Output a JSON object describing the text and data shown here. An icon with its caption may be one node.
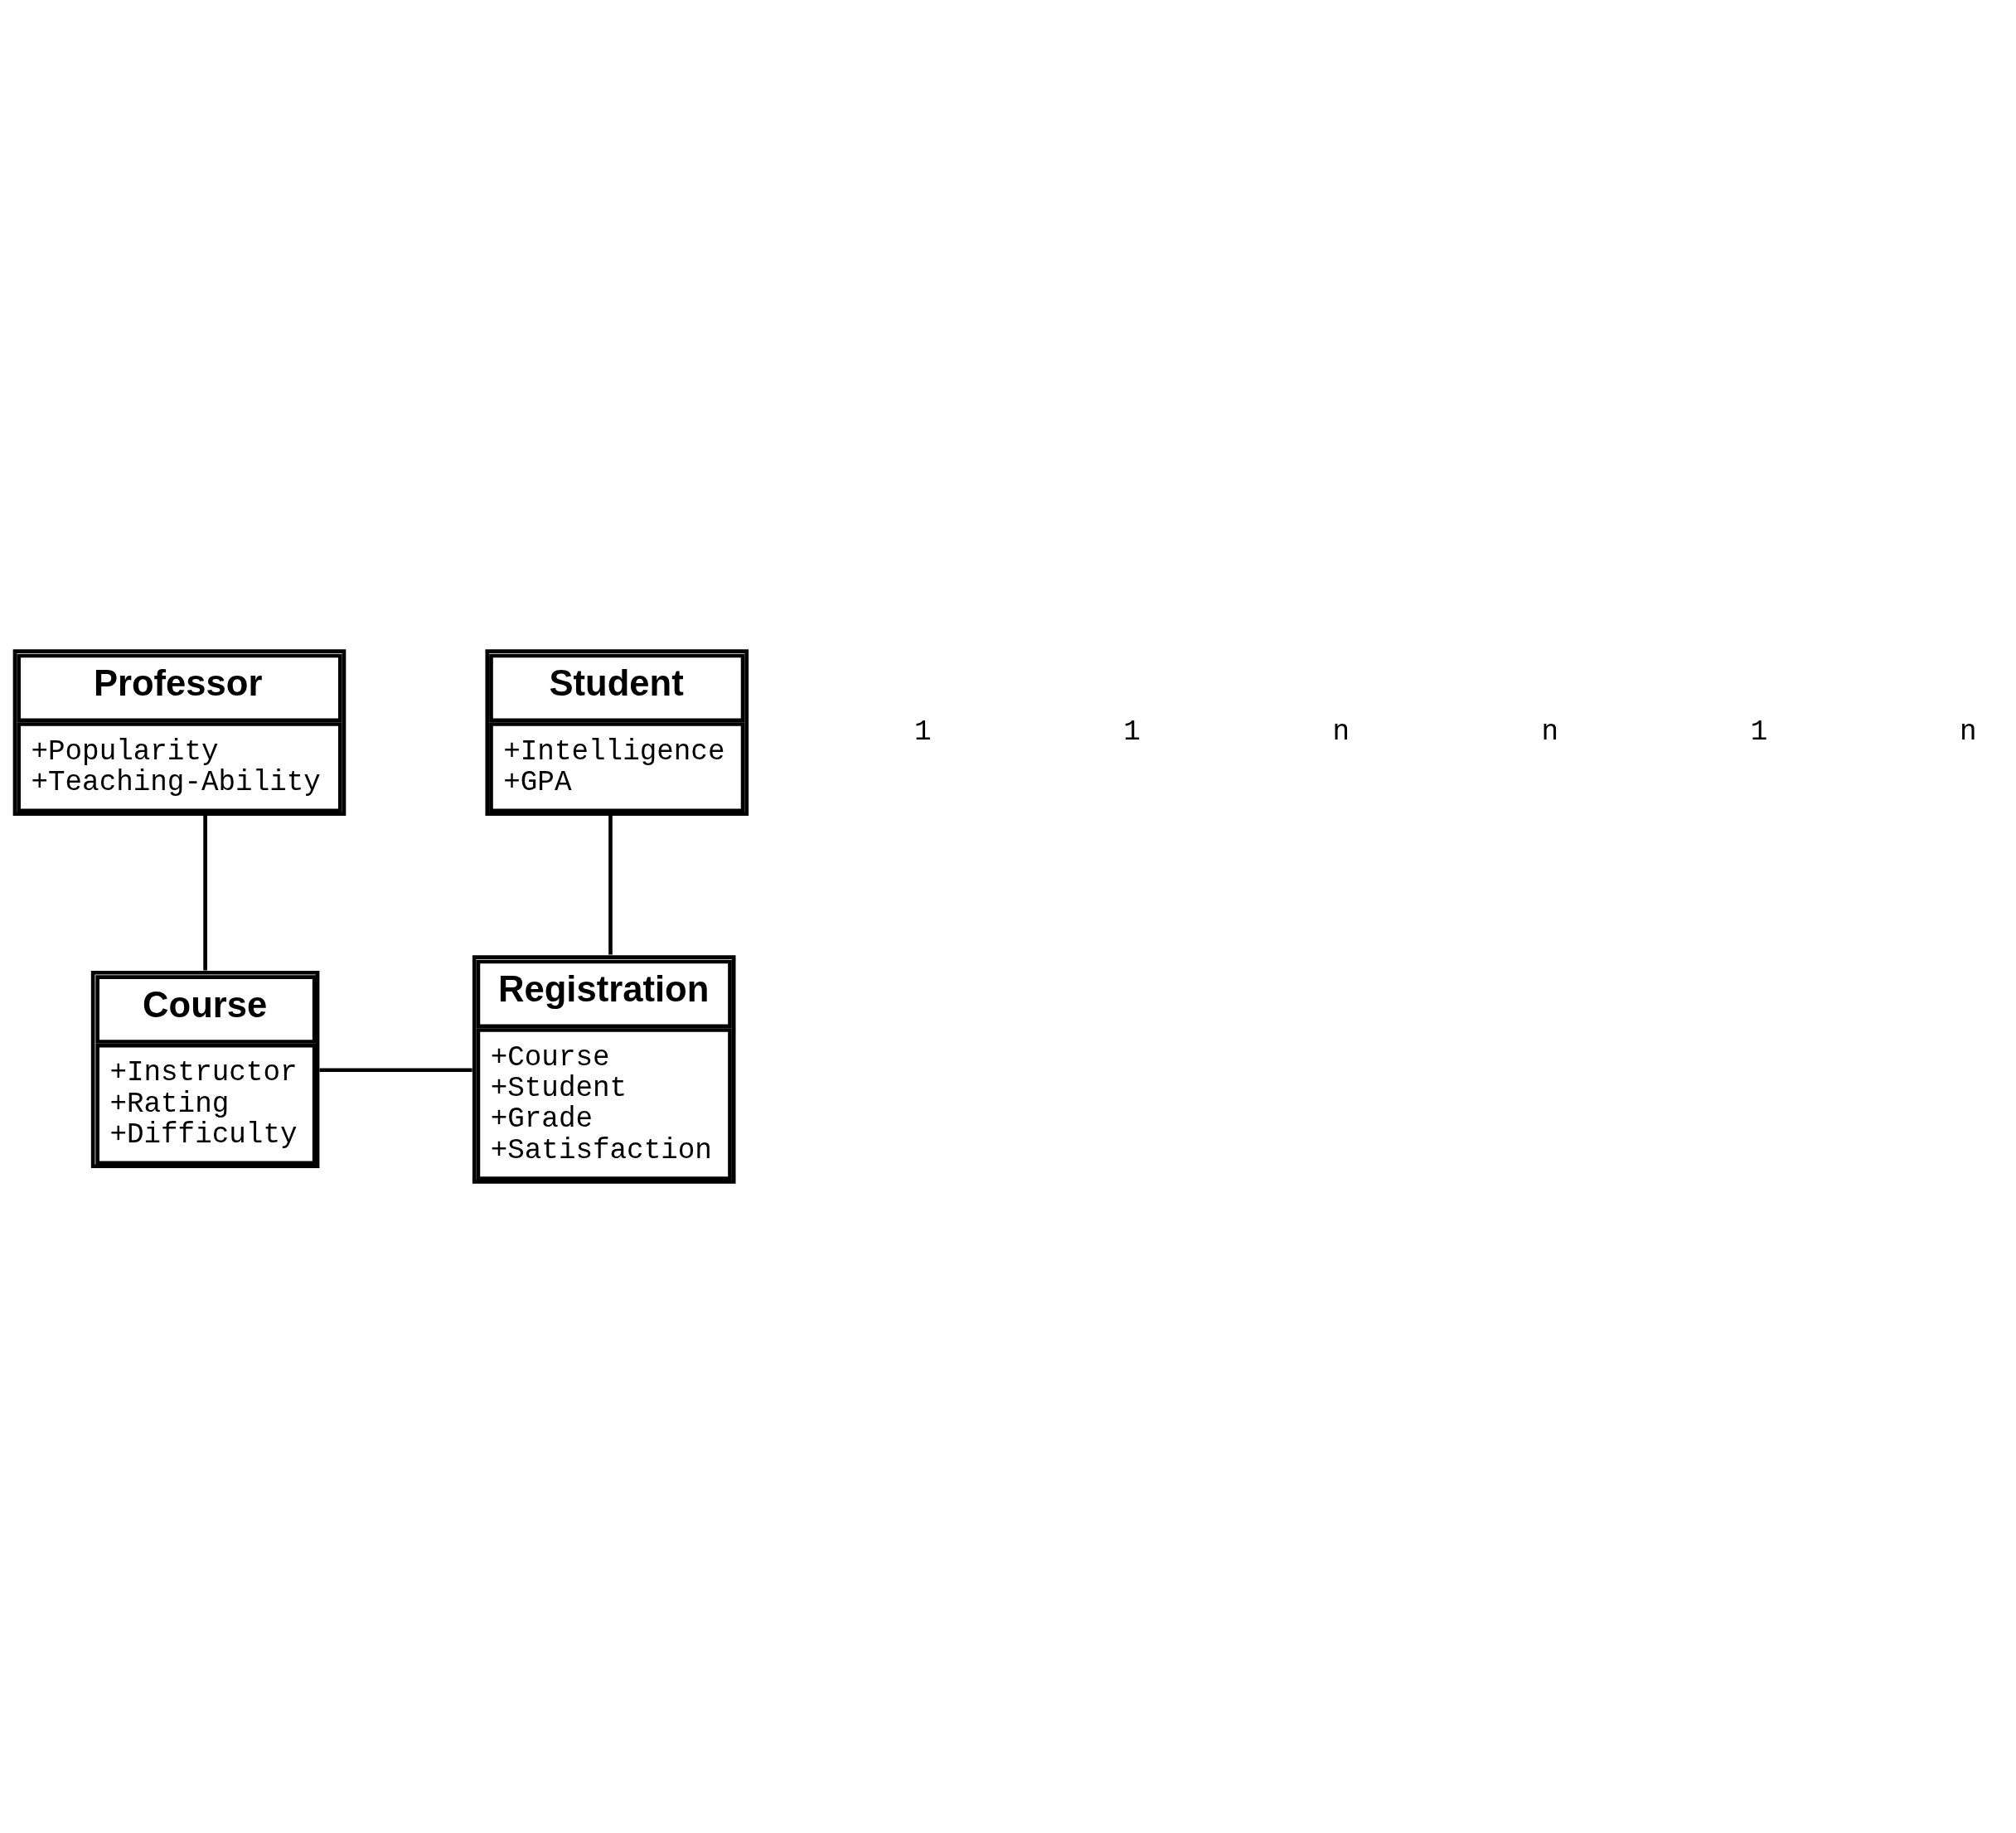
{
  "diagram": {
    "nodes": [
      {
        "text": [
          "Professor",
          "+Popularity",
          "+Teaching-Ability"
        ]
      },
      {
        "text": [
          "Student",
          "+Intelligence",
          "+GPA"
        ]
      },
      {
        "text": [
          "Course",
          "+Instructor",
          "+Rating",
          "+Difficulty"
        ]
      },
      {
        "text": [
          "Registration",
          "+Course",
          "+Student",
          "+Grade",
          "+Satisfaction"
        ]
      }
    ],
    "edges": [
      {
        "from": 0,
        "to": 2,
        "arrow": "none"
      },
      {
        "from": 1,
        "to": 3,
        "arrow": "none"
      },
      {
        "from": 2,
        "to": 3,
        "arrow": "none"
      }
    ],
    "labels": [
      "1",
      "1",
      "n",
      "n",
      "1",
      "n"
    ]
  }
}
